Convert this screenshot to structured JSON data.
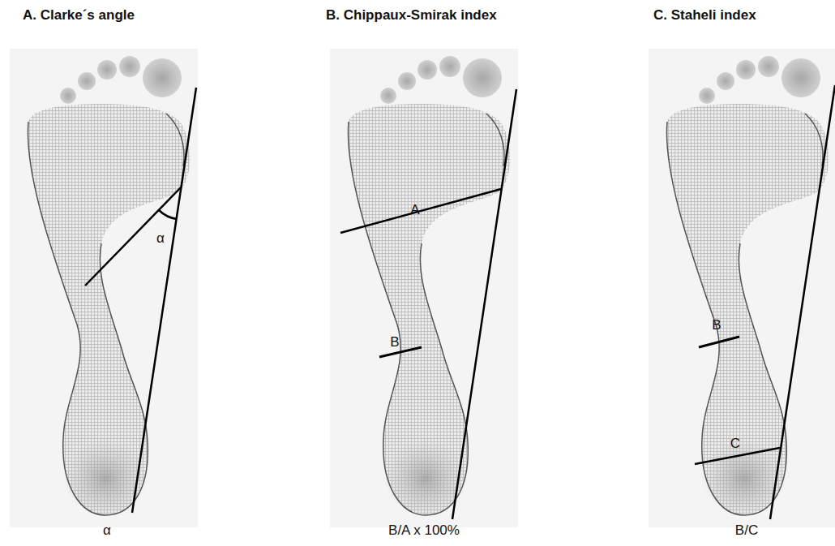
{
  "diagram": {
    "labels": [
      "A. Clarke´s angle",
      "B. Chippaux-Smirak index",
      "C. Staheli index",
      "α",
      "A",
      "B",
      "B",
      "C",
      "α",
      "B/A x 100%",
      "B/C"
    ]
  }
}
